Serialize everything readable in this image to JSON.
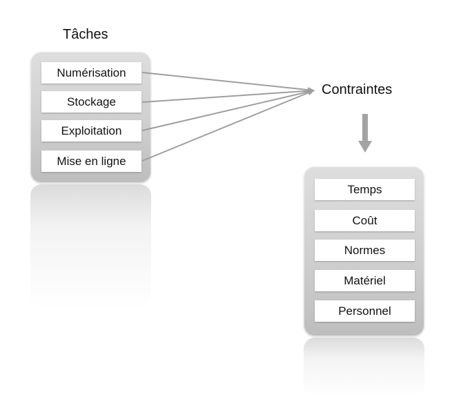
{
  "taches": {
    "title": "Tâches",
    "items": [
      "Numérisation",
      "Stockage",
      "Exploitation",
      "Mise en ligne"
    ]
  },
  "contraintes": {
    "label": "Contraintes",
    "items": [
      "Temps",
      "Coût",
      "Normes",
      "Matériel",
      "Personnel"
    ]
  },
  "colors": {
    "connector": "#9e9e9e",
    "panel": "#d2d2d2",
    "item_background": "#ffffff"
  }
}
